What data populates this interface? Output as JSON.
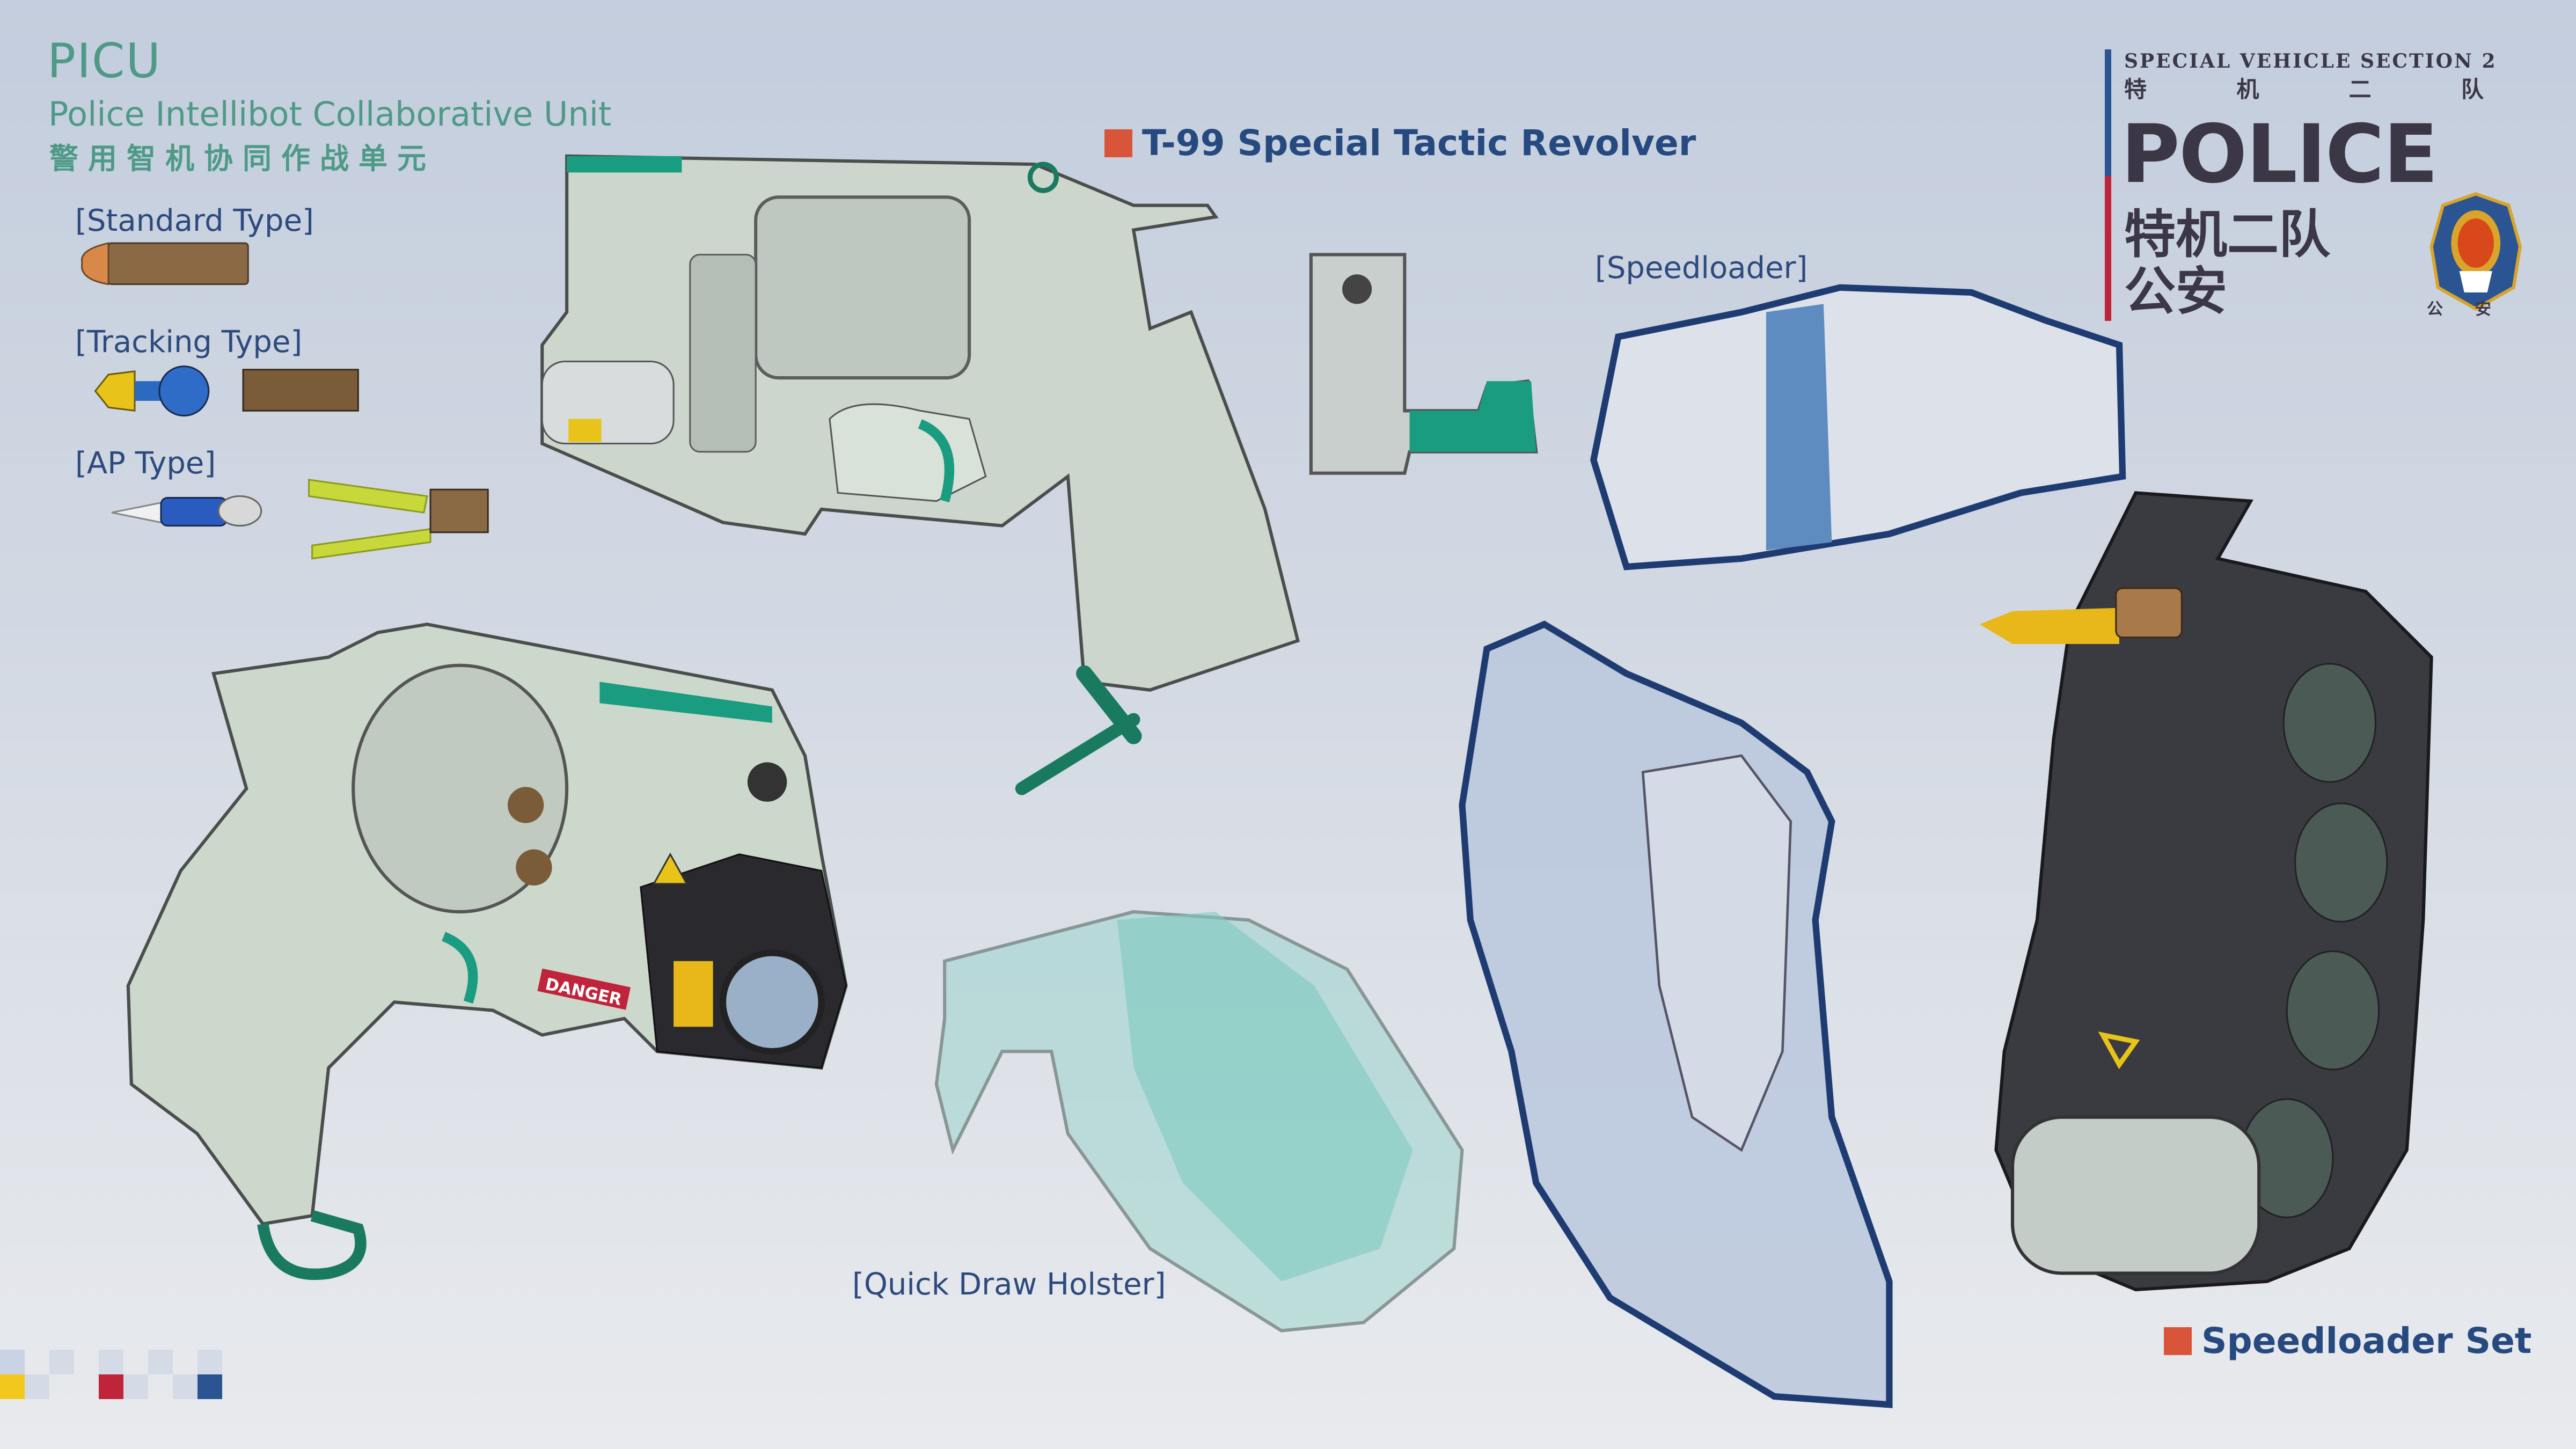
{
  "header": {
    "title": "PICU",
    "subtitle": "Police Intellibot Collaborative Unit",
    "subtitle_cn": "警用智机协同作战单元"
  },
  "ammo": {
    "standard": "[Standard Type]",
    "tracking": "[Tracking Type]",
    "ap": "[AP Type]"
  },
  "sections": {
    "revolver": "T-99 Special Tactic Revolver",
    "speedloader": "[Speedloader]",
    "holster": "[Quick Draw Holster]",
    "speedloader_set": "Speedloader Set"
  },
  "weapon_markings": {
    "danger": "DANGER"
  },
  "logo": {
    "english": "SPECIAL VEHICLE SECTION 2",
    "cn_spaced": [
      "特",
      "机",
      "二",
      "队"
    ],
    "police": "POLICE",
    "cn_line1": "特机二队",
    "cn_line2": "公安",
    "emblem_text": [
      "公",
      "安"
    ]
  },
  "colors": {
    "accent_teal": "#4e9a86",
    "label_blue": "#2d4a7e",
    "marker_red": "#d9553a",
    "logo_dark": "#3b3746",
    "gun_teal": "#1a9c80"
  }
}
